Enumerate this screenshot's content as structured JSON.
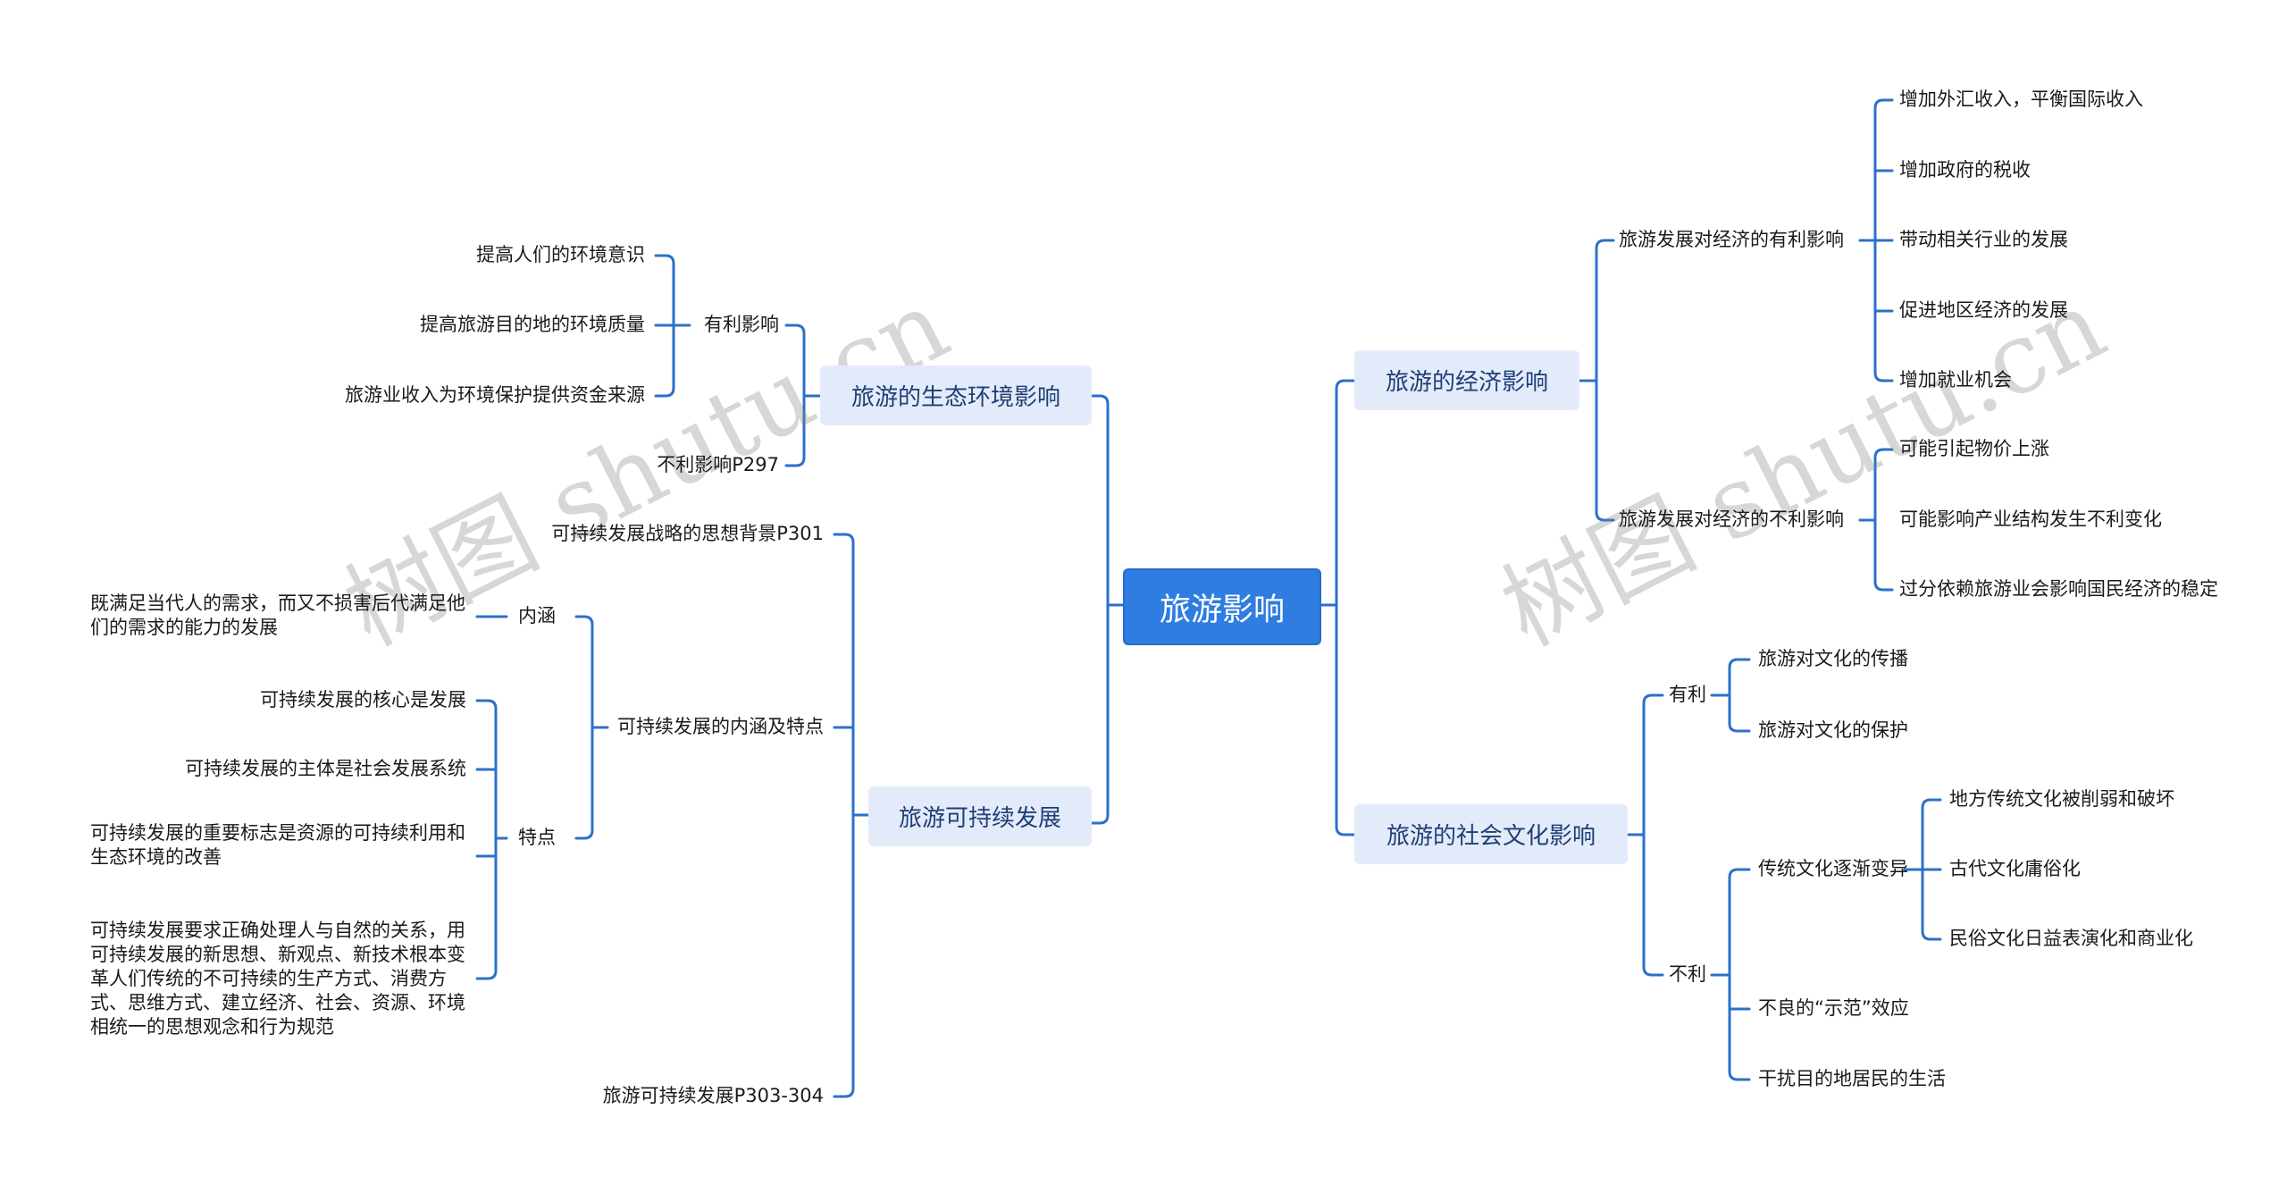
{
  "root": "旅游影响",
  "watermark": "树图 shutu.cn",
  "eco_env": {
    "title": "旅游的生态环境影响",
    "favorable": "有利影响",
    "favorable_items": [
      "提高人们的环境意识",
      "提高旅游目的地的环境质量",
      "旅游业收入为环境保护提供资金来源"
    ],
    "unfavorable": "不利影响P297"
  },
  "sustainable": {
    "title": "旅游可持续发展",
    "background": "可持续发展战略的思想背景P301",
    "connotation_features": "可持续发展的内涵及特点",
    "connotation": "内涵",
    "connotation_text": "既满足当代人的需求，而又不损害后代满足他们的需求的能力的发展",
    "features": "特点",
    "feature_items": [
      "可持续发展的核心是发展",
      "可持续发展的主体是社会发展系统",
      "可持续发展的重要标志是资源的可持续利用和生态环境的改善",
      "可持续发展要求正确处理人与自然的关系，用可持续发展的新思想、新观点、新技术根本变革人们传统的不可持续的生产方式、消费方式、思维方式、建立经济、社会、资源、环境相统一的思想观念和行为规范"
    ],
    "p303": "旅游可持续发展P303-304"
  },
  "economic": {
    "title": "旅游的经济影响",
    "favorable": "旅游发展对经济的有利影响",
    "favorable_items": [
      "增加外汇收入，平衡国际收入",
      "增加政府的税收",
      "带动相关行业的发展",
      "促进地区经济的发展",
      "增加就业机会"
    ],
    "unfavorable": "旅游发展对经济的不利影响",
    "unfavorable_items": [
      "可能引起物价上涨",
      "可能影响产业结构发生不利变化",
      "过分依赖旅游业会影响国民经济的稳定"
    ]
  },
  "social": {
    "title": "旅游的社会文化影响",
    "favorable": "有利",
    "favorable_items": [
      "旅游对文化的传播",
      "旅游对文化的保护"
    ],
    "unfavorable": "不利",
    "change": "传统文化逐渐变异",
    "change_items": [
      "地方传统文化被削弱和破坏",
      "古代文化庸俗化",
      "民俗文化日益表演化和商业化"
    ],
    "demo": "不良的“示范”效应",
    "disturb": "干扰目的地居民的生活"
  },
  "colors": {
    "line": "#2b71c9",
    "root_fill": "#2f7de1",
    "branch_fill": "#e3ebfb"
  }
}
